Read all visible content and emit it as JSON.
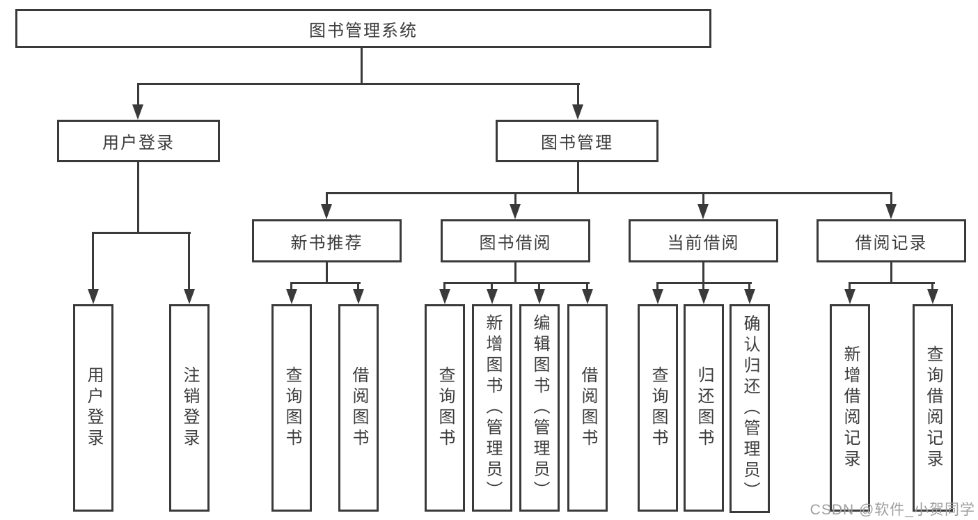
{
  "diagram": {
    "type": "hierarchy-tree",
    "root": {
      "label": "图书管理系统"
    },
    "branches": [
      {
        "label": "用户登录",
        "children": [
          {
            "label": "用户登录"
          },
          {
            "label": "注销登录"
          }
        ]
      },
      {
        "label": "图书管理",
        "children": [
          {
            "label": "新书推荐",
            "children": [
              {
                "label": "查询图书"
              },
              {
                "label": "借阅图书"
              }
            ]
          },
          {
            "label": "图书借阅",
            "children": [
              {
                "label": "查询图书"
              },
              {
                "label": "新增图书（管理员）"
              },
              {
                "label": "编辑图书（管理员）"
              },
              {
                "label": "借阅图书"
              }
            ]
          },
          {
            "label": "当前借阅",
            "children": [
              {
                "label": "查询图书"
              },
              {
                "label": "归还图书"
              },
              {
                "label": "确认归还（管理员）"
              }
            ]
          },
          {
            "label": "借阅记录",
            "children": [
              {
                "label": "新增借阅记录"
              },
              {
                "label": "查询借阅记录"
              }
            ]
          }
        ]
      }
    ],
    "watermark": "CSDN @软件_小贺同学",
    "colors": {
      "line": "#3a3a3a",
      "text": "#3d3d3d",
      "background": "#ffffff",
      "watermark": "#9e9e9e"
    }
  }
}
